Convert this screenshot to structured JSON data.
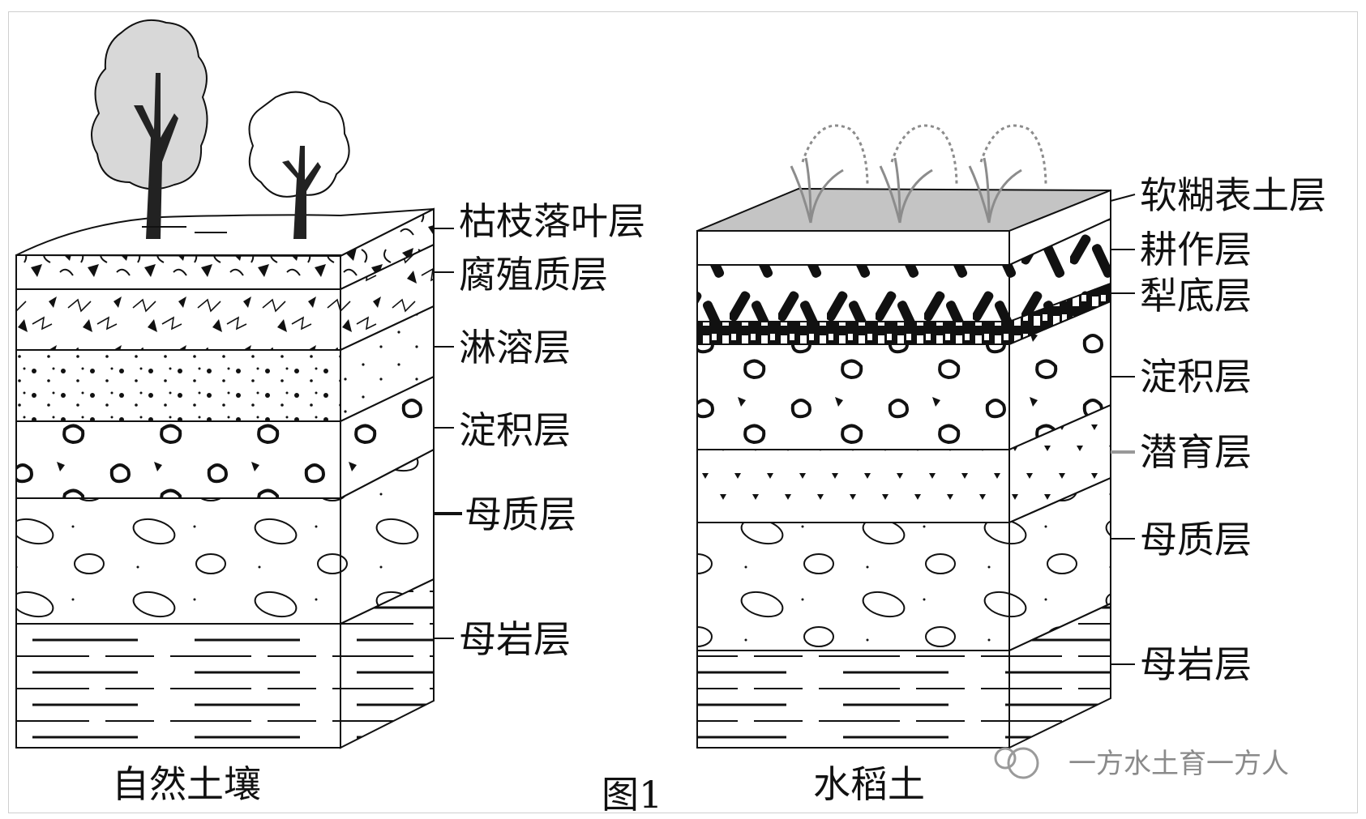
{
  "figure": {
    "caption": "图1",
    "natural_soil": {
      "title": "自然土壤",
      "layers": [
        "枯枝落叶层",
        "腐殖质层",
        "淋溶层",
        "淀积层",
        "母质层",
        "母岩层"
      ]
    },
    "paddy_soil": {
      "title": "水稻土",
      "layers": [
        "软糊表土层",
        "耕作层",
        "犁底层",
        "淀积层",
        "潜育层",
        "母质层",
        "母岩层"
      ]
    },
    "watermark": "一方水土育一方人"
  }
}
